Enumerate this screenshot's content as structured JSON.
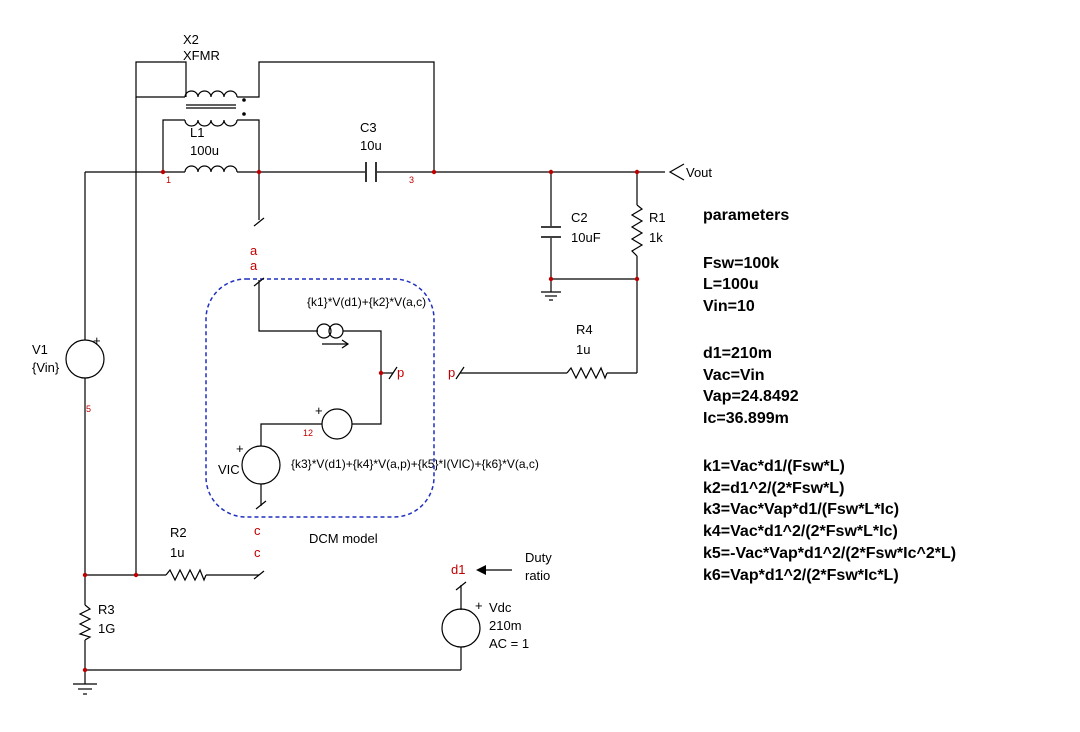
{
  "components": {
    "x2": {
      "ref": "X2",
      "value": "XFMR"
    },
    "l1": {
      "ref": "L1",
      "value": "100u"
    },
    "c3": {
      "ref": "C3",
      "value": "10u"
    },
    "c2": {
      "ref": "C2",
      "value": "10uF"
    },
    "r1": {
      "ref": "R1",
      "value": "1k"
    },
    "r4": {
      "ref": "R4",
      "value": "1u"
    },
    "r2": {
      "ref": "R2",
      "value": "1u"
    },
    "r3": {
      "ref": "R3",
      "value": "1G"
    },
    "v1": {
      "ref": "V1",
      "value": "{Vin}",
      "polarity": "+"
    },
    "vic": {
      "ref": "VIC",
      "polarity": "+"
    },
    "vdc": {
      "ref": "Vdc",
      "value": "210m",
      "ac": "AC = 1",
      "polarity": "+"
    },
    "gi_expr": "{k1}*V(d1)+{k2}*V(a,c)",
    "ge_expr": "{k3}*V(d1)+{k4}*V(a,p)+{k5}*I(VIC)+{k6}*V(a,c)",
    "ge_polarity": "+"
  },
  "nets": {
    "vout": "Vout",
    "a1": "a",
    "a2": "a",
    "p1": "p",
    "p2": "p",
    "c1": "c",
    "c2": "c",
    "d1": "d1"
  },
  "node_numbers": {
    "n1": "1",
    "n3": "3",
    "n5": "5",
    "n12": "12"
  },
  "annotations": {
    "dcm_model": "DCM model",
    "duty_ratio_line1": "Duty",
    "duty_ratio_line2": "ratio"
  },
  "colors": {
    "wire": "#000000",
    "net_label": "#c00000",
    "dcm_box": "#1f2fbf"
  },
  "parameters": {
    "title": "parameters",
    "group1": [
      "Fsw=100k",
      "L=100u",
      "Vin=10"
    ],
    "group2": [
      "d1=210m",
      "Vac=Vin",
      "Vap=24.8492",
      "Ic=36.899m"
    ],
    "group3": [
      "k1=Vac*d1/(Fsw*L)",
      "k2=d1^2/(2*Fsw*L)",
      "k3=Vac*Vap*d1/(Fsw*L*Ic)",
      "k4=Vac*d1^2/(2*Fsw*L*Ic)",
      "k5=-Vac*Vap*d1^2/(2*Fsw*Ic^2*L)",
      "k6=Vap*d1^2/(2*Fsw*Ic*L)"
    ]
  }
}
